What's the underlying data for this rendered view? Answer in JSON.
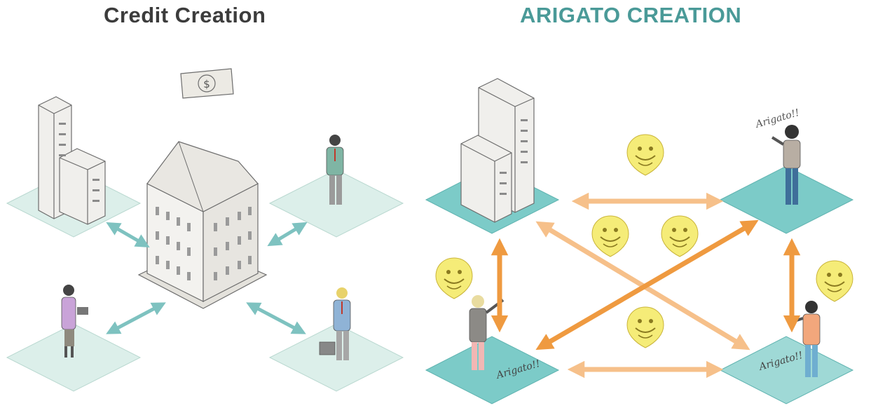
{
  "left": {
    "title": "Credit Creation",
    "colors": {
      "tile": "#dcefea",
      "tile_stroke": "#b9d8d0",
      "arrow": "#7ec2c0"
    },
    "icons": [
      "office-buildings-icon",
      "bank-building-icon",
      "dollar-bill-icon",
      "man-on-phone-icon",
      "woman-with-tablet-icon",
      "businessman-with-briefcase-icon"
    ]
  },
  "right": {
    "title": "ARIGATO CREATION",
    "colors": {
      "tile": "#7ccbc8",
      "tile_stroke": "#5fb3b0",
      "arrow_light": "#f6c08a",
      "arrow_dark": "#ef9a40",
      "coin": "#f5ec78"
    },
    "captions": {
      "top_right": "Arigato!!",
      "bottom_left": "Arigato!!",
      "bottom_right": "Arigato!!"
    },
    "icons": [
      "office-buildings-icon",
      "smiley-coin-icon",
      "waving-person-icon"
    ]
  }
}
